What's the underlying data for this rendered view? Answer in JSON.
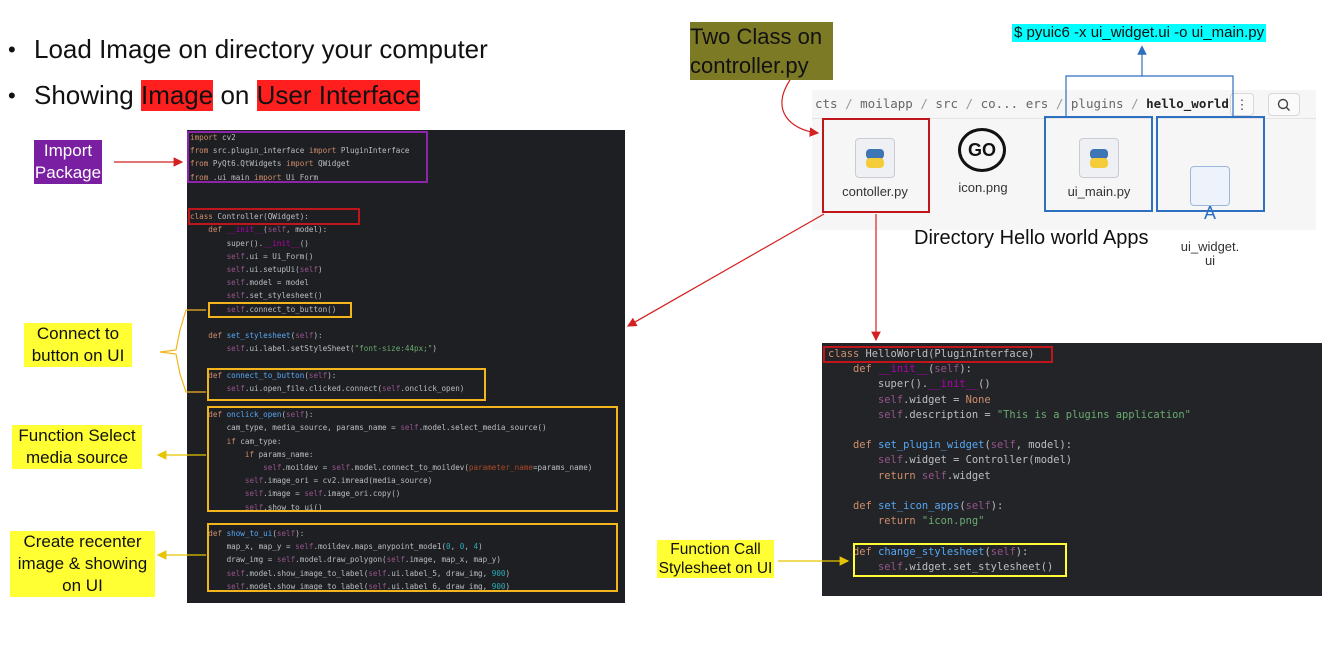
{
  "bullets": [
    {
      "text_before": "Load Image on directory your computer",
      "hl1": "",
      "mid": "",
      "hl2": ""
    },
    {
      "text_before": "Showing ",
      "hl1": "Image",
      "mid": " on ",
      "hl2": "User Interface"
    }
  ],
  "labels": {
    "import_package": "Import\nPackage",
    "connect_button": "Connect to\nbutton on UI",
    "function_select": "Function Select\nmedia source",
    "create_recenter": "Create recenter\nimage & showing\non UI",
    "function_call": "Function Call\nStylesheet on UI",
    "two_class": "Two Class on\ncontroller.py",
    "command": "$ pyuic6 -x ui_widget.ui -o ui_main.py",
    "directory_caption": "Directory Hello world Apps"
  },
  "file_browser": {
    "breadcrumb": [
      "cts",
      "moilapp",
      "src",
      "co... ers",
      "plugins",
      "hello_world"
    ],
    "menu_glyph": "⋮",
    "files": [
      {
        "name": "contoller.py",
        "icon": "python-file-icon"
      },
      {
        "name": "icon.png",
        "icon": "go-image-icon",
        "glyph": "GO"
      },
      {
        "name": "ui_main.py",
        "icon": "python-file-icon"
      },
      {
        "name": "ui_widget.\nui",
        "icon": "ui-file-icon",
        "glyph": "A"
      }
    ]
  },
  "colors": {
    "red": "#ff1f1f",
    "purple": "#7b1fa2",
    "olive": "#7d7a26",
    "cyan": "#00ffff",
    "yellow": "#ffff33",
    "box_red": "#c0151b",
    "box_blue": "#2f6fbf",
    "box_orange": "#f2b51c"
  },
  "code_left": [
    "import cv2",
    "from src.plugin_interface import PluginInterface",
    "from PyQt6.QtWidgets import QWidget",
    "from .ui_main import Ui_Form",
    "",
    "",
    "class Controller(QWidget):",
    "    def __init__(self, model):",
    "        super().__init__()",
    "        self.ui = Ui_Form()",
    "        self.ui.setupUi(self)",
    "        self.model = model",
    "        self.set_stylesheet()",
    "        self.connect_to_button()",
    "",
    "    def set_stylesheet(self):",
    "        self.ui.label.setStyleSheet(\"font-size:44px;\")",
    "",
    "    def connect_to_button(self):",
    "        self.ui.open_file.clicked.connect(self.onclick_open)",
    "",
    "    def onclick_open(self):",
    "        cam_type, media_source, params_name = self.model.select_media_source()",
    "        if cam_type:",
    "            if params_name:",
    "                self.moildev = self.model.connect_to_moildev(parameter_name=params_name)",
    "            self.image_ori = cv2.imread(media_source)",
    "            self.image = self.image_ori.copy()",
    "            self.show_to_ui()",
    "",
    "    def show_to_ui(self):",
    "        map_x, map_y = self.moildev.maps_anypoint_mode1(0, 0, 4)",
    "        draw_img = self.model.draw_polygon(self.image, map_x, map_y)",
    "        self.model.show_image_to_label(self.ui.label_5, draw_img, 900)",
    "        self.model.show_image_to_label(self.ui.label_6, draw_img, 900)"
  ],
  "code_right": [
    "class HelloWorld(PluginInterface)",
    "    def __init__(self):",
    "        super().__init__()",
    "        self.widget = None",
    "        self.description = \"This is a plugins application\"",
    "",
    "    def set_plugin_widget(self, model):",
    "        self.widget = Controller(model)",
    "        return self.widget",
    "",
    "    def set_icon_apps(self):",
    "        return \"icon.png\"",
    "",
    "    def change_stylesheet(self):",
    "        self.widget.set_stylesheet()"
  ]
}
